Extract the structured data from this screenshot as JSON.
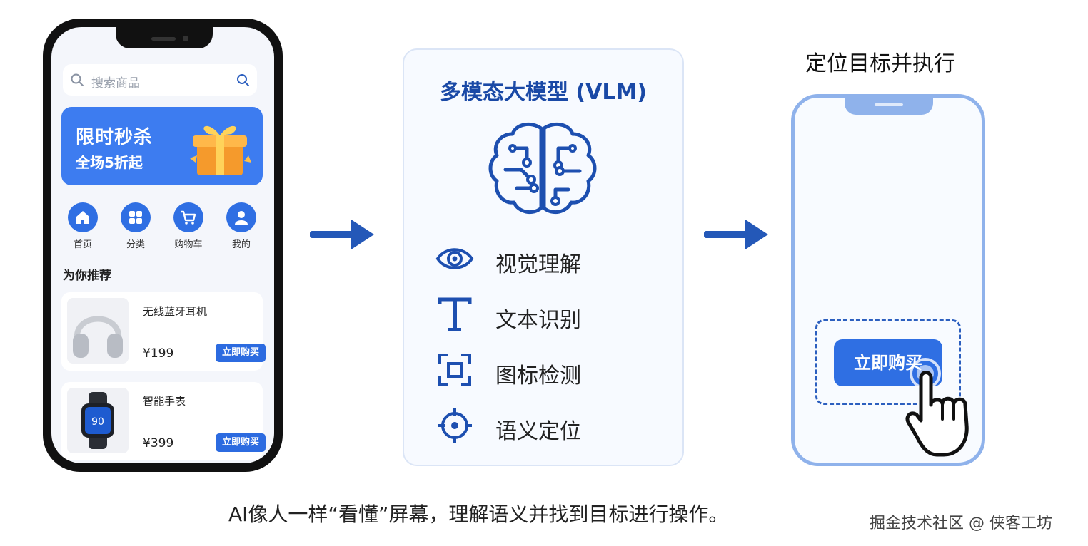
{
  "left_phone": {
    "search_placeholder": "搜索商品",
    "banner": {
      "line1": "限时秒杀",
      "line2": "全场5折起"
    },
    "nav": [
      {
        "label": "首页",
        "icon": "home-icon"
      },
      {
        "label": "分类",
        "icon": "grid-icon"
      },
      {
        "label": "购物车",
        "icon": "cart-icon"
      },
      {
        "label": "我的",
        "icon": "user-icon"
      }
    ],
    "recommend_title": "为你推荐",
    "products": [
      {
        "name": "无线蓝牙耳机",
        "price": "¥199",
        "button": "立即购买",
        "image": "headphones-image"
      },
      {
        "name": "智能手表",
        "price": "¥399",
        "button": "立即购买",
        "image": "smartwatch-image"
      }
    ]
  },
  "vlm_panel": {
    "title": "多模态大模型 (VLM)",
    "features": [
      {
        "label": "视觉理解",
        "icon": "eye-icon"
      },
      {
        "label": "文本识别",
        "icon": "text-icon"
      },
      {
        "label": "图标检测",
        "icon": "detect-frame-icon"
      },
      {
        "label": "语义定位",
        "icon": "crosshair-icon"
      }
    ]
  },
  "right_phone": {
    "title": "定位目标并执行",
    "target_button": "立即购买"
  },
  "caption": "AI像人一样“看懂”屏幕，理解语义并找到目标进行操作。",
  "watermark": "掘金技术社区 @ 侠客工坊",
  "colors": {
    "accent": "#2f6fe3",
    "deep_blue": "#1a49a6",
    "light_outline": "#8fb2eb"
  }
}
